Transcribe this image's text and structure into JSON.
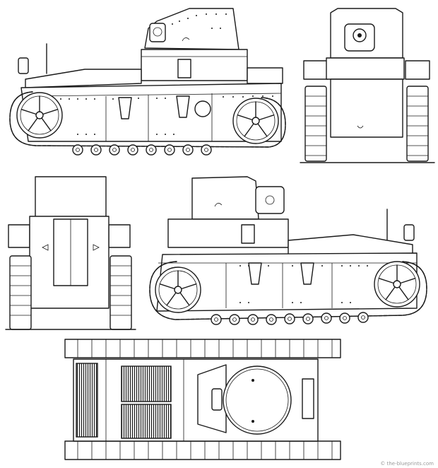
{
  "credit": "© the-blueprints.com",
  "views": [
    {
      "id": "side-view-right"
    },
    {
      "id": "front-view"
    },
    {
      "id": "rear-view"
    },
    {
      "id": "side-view-left"
    },
    {
      "id": "top-view"
    }
  ]
}
